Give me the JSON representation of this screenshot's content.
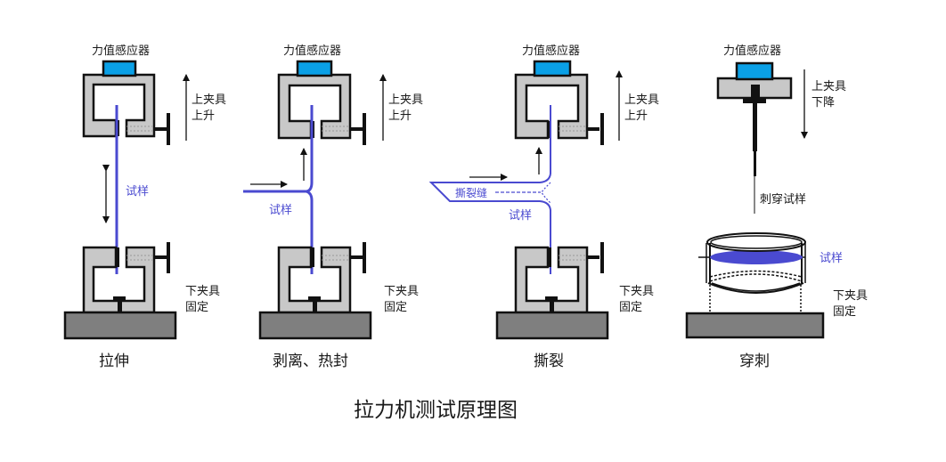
{
  "title": "拉力机测试原理图",
  "colors": {
    "sensor": "#0aa0e6",
    "specimen": "#4a4ad0",
    "frame": "#c8c8c8",
    "base": "#7f7f7f"
  },
  "panels": [
    {
      "caption": "拉伸",
      "sensor_label": "力值感应器",
      "upper_label": [
        "上夹具",
        "上升"
      ],
      "lower_label": [
        "下夹具",
        "固定"
      ],
      "specimen_label": "试样"
    },
    {
      "caption": "剥离、热封",
      "sensor_label": "力值感应器",
      "upper_label": [
        "上夹具",
        "上升"
      ],
      "lower_label": [
        "下夹具",
        "固定"
      ],
      "specimen_label": "试样"
    },
    {
      "caption": "撕裂",
      "sensor_label": "力值感应器",
      "upper_label": [
        "上夹具",
        "上升"
      ],
      "lower_label": [
        "下夹具",
        "固定"
      ],
      "specimen_label": "试样",
      "tear_label": "撕裂缝"
    },
    {
      "caption": "穿刺",
      "sensor_label": "力值感应器",
      "upper_label": [
        "上夹具",
        "下降"
      ],
      "lower_label": [
        "下夹具",
        "固定"
      ],
      "specimen_label": "试样",
      "probe_label": "刺穿试样"
    }
  ]
}
